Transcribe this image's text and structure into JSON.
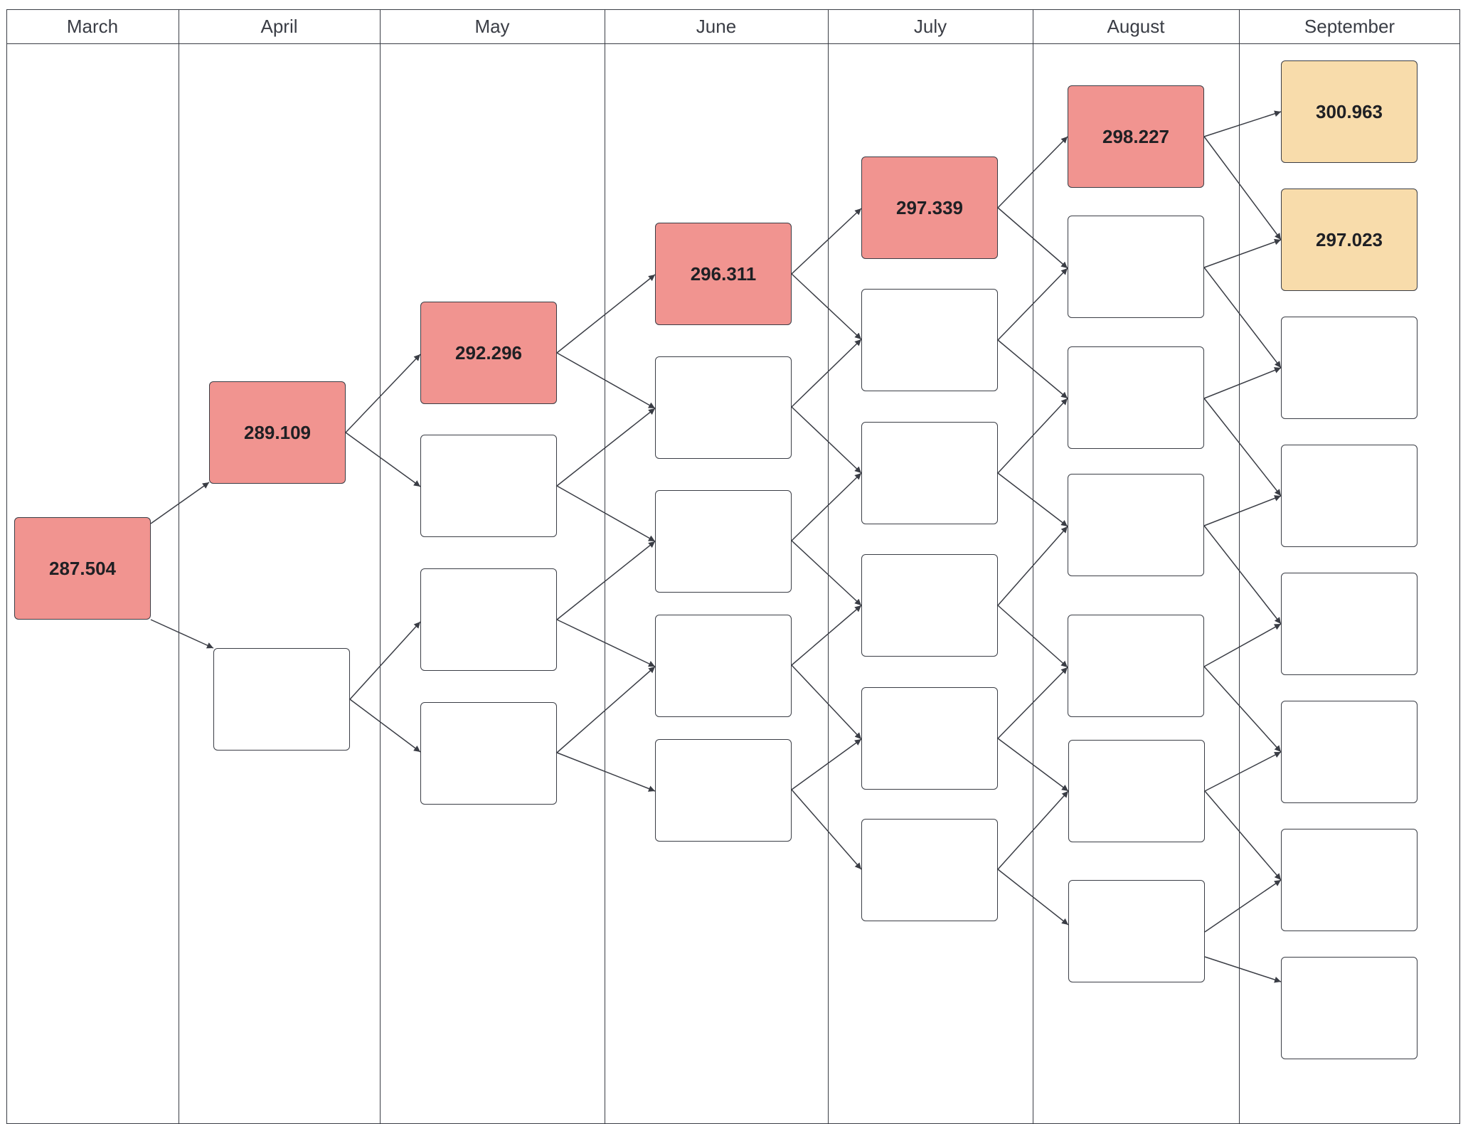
{
  "columns": [
    {
      "label": "March"
    },
    {
      "label": "April"
    },
    {
      "label": "May"
    },
    {
      "label": "June"
    },
    {
      "label": "July"
    },
    {
      "label": "August"
    },
    {
      "label": "September"
    }
  ],
  "nodes": {
    "march": [
      "287.504"
    ],
    "april": [
      "289.109",
      ""
    ],
    "may": [
      "292.296",
      "",
      "",
      ""
    ],
    "june": [
      "296.311",
      "",
      "",
      "",
      ""
    ],
    "july": [
      "297.339",
      "",
      "",
      "",
      "",
      ""
    ],
    "august": [
      "298.227",
      "",
      "",
      "",
      "",
      "",
      ""
    ],
    "september": [
      "300.963",
      "297.023",
      "",
      "",
      "",
      "",
      "",
      ""
    ]
  },
  "colors": {
    "path": "#f19490",
    "result": "#f8dcab",
    "line": "#3a3d45"
  }
}
